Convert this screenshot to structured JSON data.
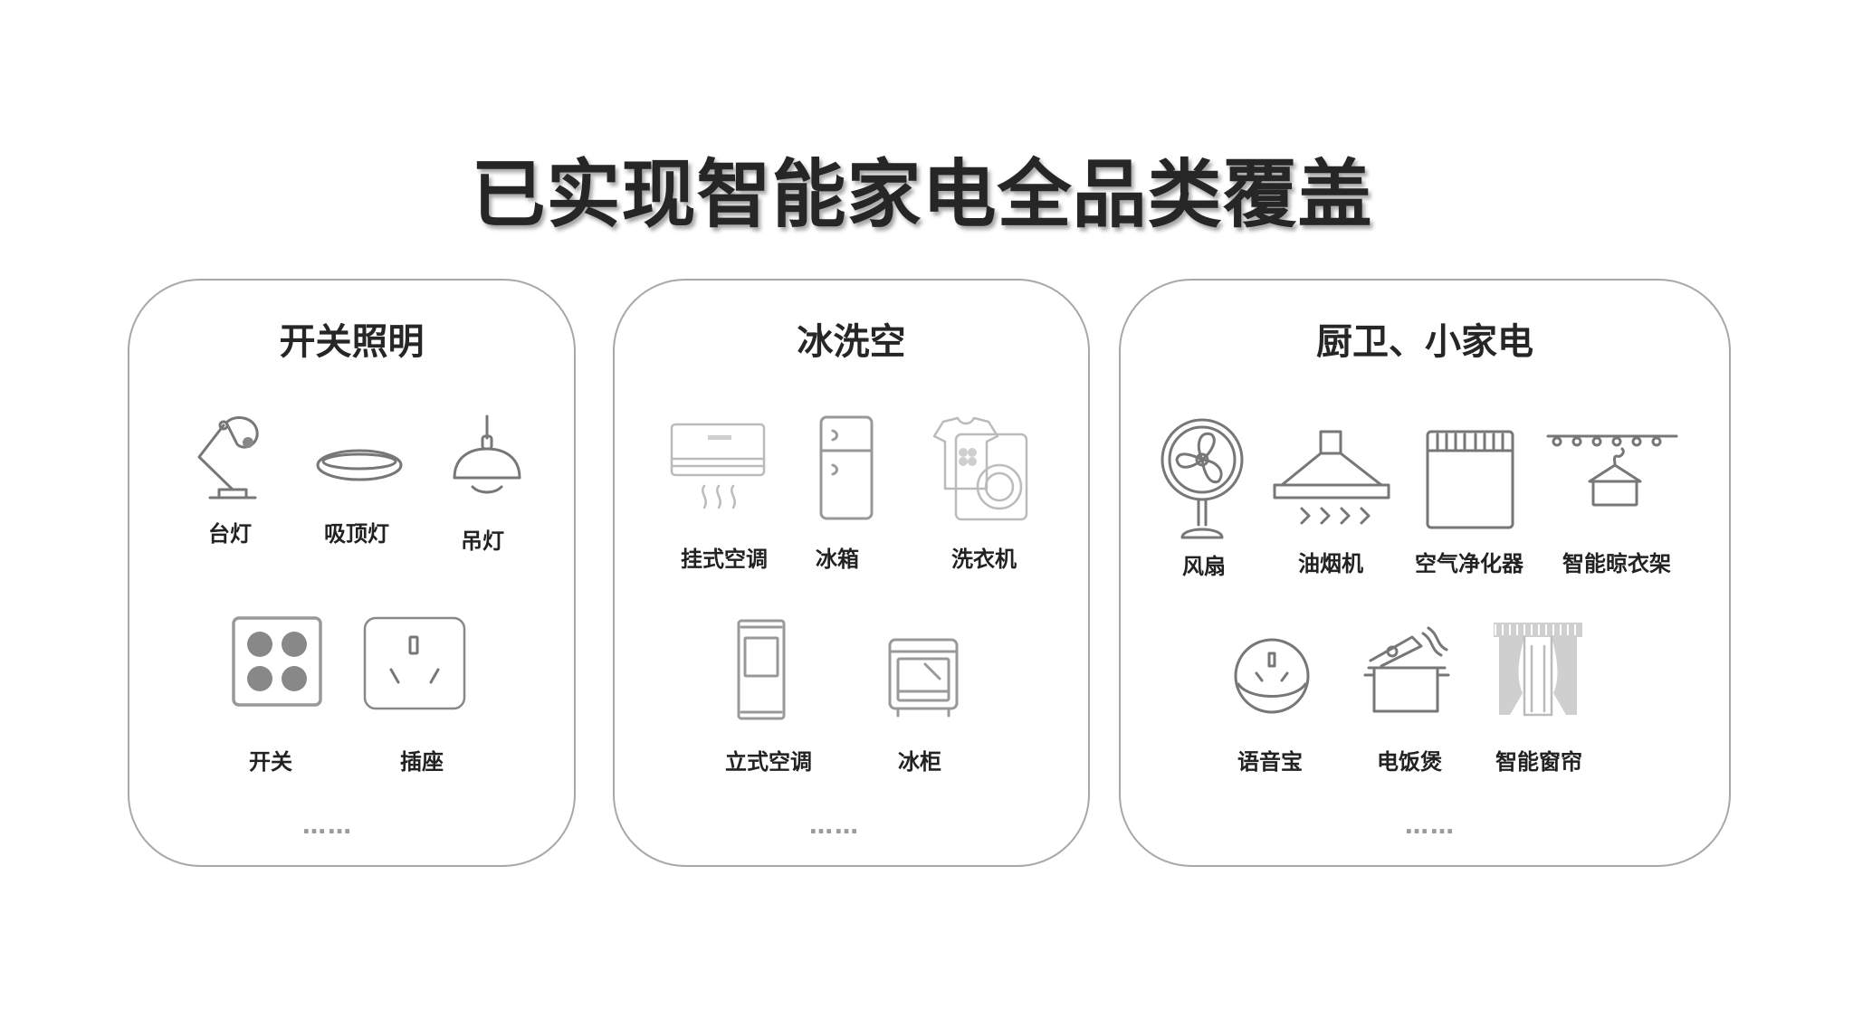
{
  "title": "已实现智能家电全品类覆盖",
  "panels": [
    {
      "title": "开关照明",
      "items": [
        "台灯",
        "吸顶灯",
        "吊灯",
        "开关",
        "插座"
      ],
      "more": "……"
    },
    {
      "title": "冰洗空",
      "items": [
        "挂式空调",
        "冰箱",
        "洗衣机",
        "立式空调",
        "冰柜"
      ],
      "more": "……"
    },
    {
      "title": "厨卫、小家电",
      "items": [
        "风扇",
        "油烟机",
        "空气净化器",
        "智能晾衣架",
        "语音宝",
        "电饭煲",
        "智能窗帘"
      ],
      "more": "……"
    }
  ]
}
